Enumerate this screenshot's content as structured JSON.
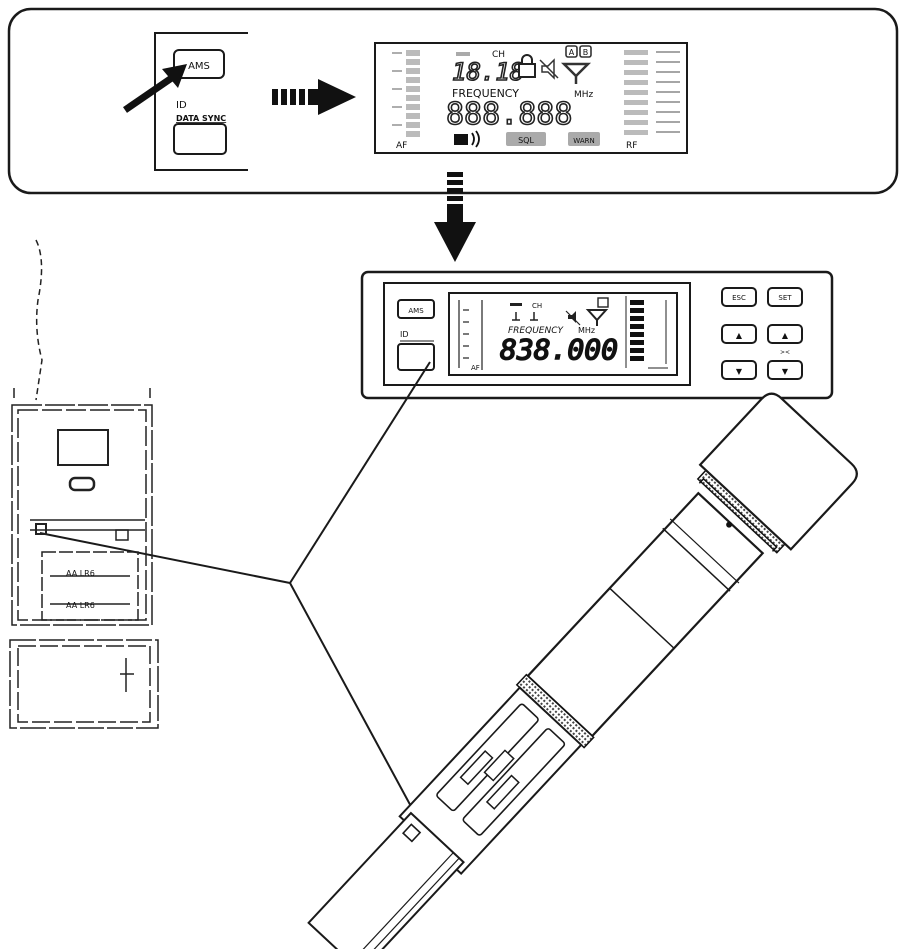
{
  "top_panel": {
    "ams_button_label": "AMS",
    "id_label": "ID",
    "data_sync_label": "DATA SYNC",
    "lcd": {
      "ch_label": "CH",
      "channel_digits": "18.18",
      "frequency_label": "FREQUENCY",
      "frequency_digits": "888.888",
      "mhz_label": "MHz",
      "af_label": "AF",
      "rf_label": "RF",
      "status_label_1": "SQL",
      "status_label_2": "WARN",
      "ab_label_a": "A",
      "ab_label_b": "B"
    }
  },
  "receiver": {
    "ams_button_label": "AMS",
    "id_label": "ID",
    "lcd": {
      "ch_label": "CH",
      "frequency_label": "FREQUENCY",
      "frequency_digits": "838.000",
      "mhz_label": "MHz",
      "af_label": "AF"
    },
    "buttons": [
      "ESC",
      "SET",
      "▲",
      "▲",
      "▼",
      "▼"
    ]
  },
  "bodypack": {
    "label_1": "AA LR6",
    "label_2": "AA LR6"
  },
  "colors": {
    "line": "#1a1a1a",
    "accent": "#000000"
  }
}
